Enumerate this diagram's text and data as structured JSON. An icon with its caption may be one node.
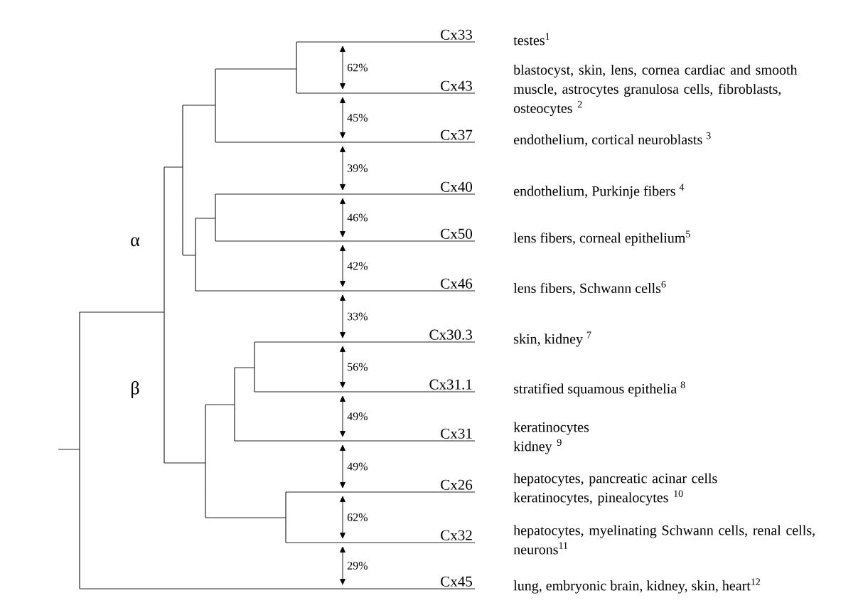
{
  "diagram": {
    "nodes": [
      {
        "text": [
          "Cx33"
        ],
        "beside": [
          "testes$^{1}$"
        ]
      },
      {
        "text": [
          "Cx43"
        ],
        "beside": [
          "blastocyst, skin, lens, cornea cardiac and smooth muscle, astrocytes granulosa cells, fibroblasts, osteocytes $^{2}$"
        ]
      },
      {
        "text": [
          "Cx37"
        ],
        "beside": [
          "endothelium, cortical neuroblasts $^{3}$"
        ]
      },
      {
        "text": [
          "Cx40"
        ],
        "beside": [
          "endothelium, Purkinje fibers $^{4}$"
        ]
      },
      {
        "text": [
          "Cx50"
        ],
        "beside": [
          "lens fibers, corneal epithelium$^{5}$"
        ]
      },
      {
        "text": [
          "Cx46"
        ],
        "beside": [
          "lens fibers, Schwann cells$^{6}$"
        ]
      },
      {
        "text": [
          "Cx30.3"
        ],
        "beside": [
          "skin, kidney $^{7}$"
        ]
      },
      {
        "text": [
          "Cx31.1"
        ],
        "beside": [
          "stratified squamous epithelia $^{8}$"
        ]
      },
      {
        "text": [
          "Cx31"
        ],
        "beside": [
          "keratinocytes kidney $^{9}$"
        ]
      },
      {
        "text": [
          "Cx26"
        ],
        "beside": [
          "hepatocytes, pancreatic acinar cells keratinocytes, pinealocytes $^{10}$"
        ]
      },
      {
        "text": [
          "Cx32"
        ],
        "beside": [
          "hepatocytes, myelinating Schwann cells, renal cells, neurons$^{11}$"
        ]
      },
      {
        "text": [
          "Cx45"
        ],
        "beside": [
          "lung, embryonic brain, kidney, skin, heart$^{12}$"
        ]
      }
    ],
    "labels": [
      "α",
      "β",
      "62%",
      "45%",
      "39%",
      "46%",
      "42%",
      "33%",
      "56%",
      "49%",
      "49%",
      "62%",
      "29%"
    ]
  }
}
